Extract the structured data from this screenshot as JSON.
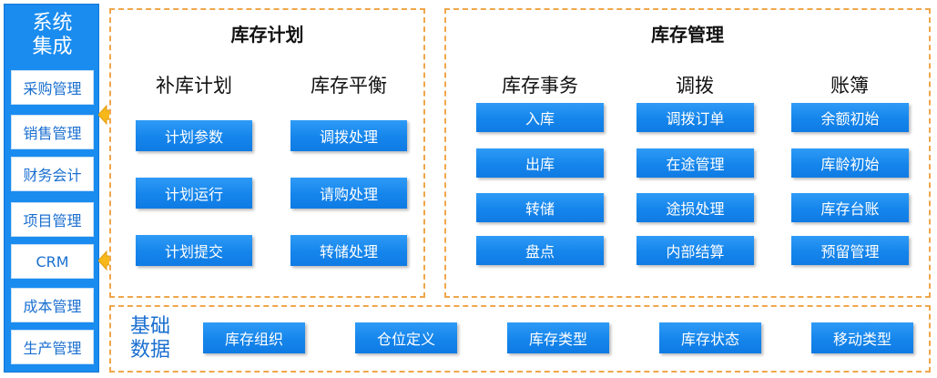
{
  "system": {
    "title_line1": "系统",
    "title_line2": "集成",
    "items": [
      "采购管理",
      "销售管理",
      "财务会计",
      "项目管理",
      "CRM",
      "成本管理",
      "生产管理"
    ]
  },
  "plan": {
    "title": "库存计划",
    "columns": [
      {
        "head": "补库计划",
        "boxes": [
          "计划参数",
          "计划运行",
          "计划提交"
        ]
      },
      {
        "head": "库存平衡",
        "boxes": [
          "调拨处理",
          "请购处理",
          "转储处理"
        ]
      }
    ]
  },
  "manage": {
    "title": "库存管理",
    "columns": [
      {
        "head": "库存事务",
        "boxes": [
          "入库",
          "出库",
          "转储",
          "盘点"
        ]
      },
      {
        "head": "调拨",
        "boxes": [
          "调拨订单",
          "在途管理",
          "途损处理",
          "内部结算"
        ]
      },
      {
        "head": "账簿",
        "boxes": [
          "余额初始",
          "库龄初始",
          "库存台账",
          "预留管理"
        ]
      }
    ]
  },
  "base": {
    "label_line1": "基础",
    "label_line2": "数据",
    "boxes": [
      "库存组织",
      "仓位定义",
      "库存类型",
      "库存状态",
      "移动类型"
    ]
  },
  "colors": {
    "system_blue": "#1a8cf0",
    "box_blue": "#1585eb",
    "dashed_orange": "#f0a64a",
    "arrow_yellow": "#f6b81a"
  }
}
